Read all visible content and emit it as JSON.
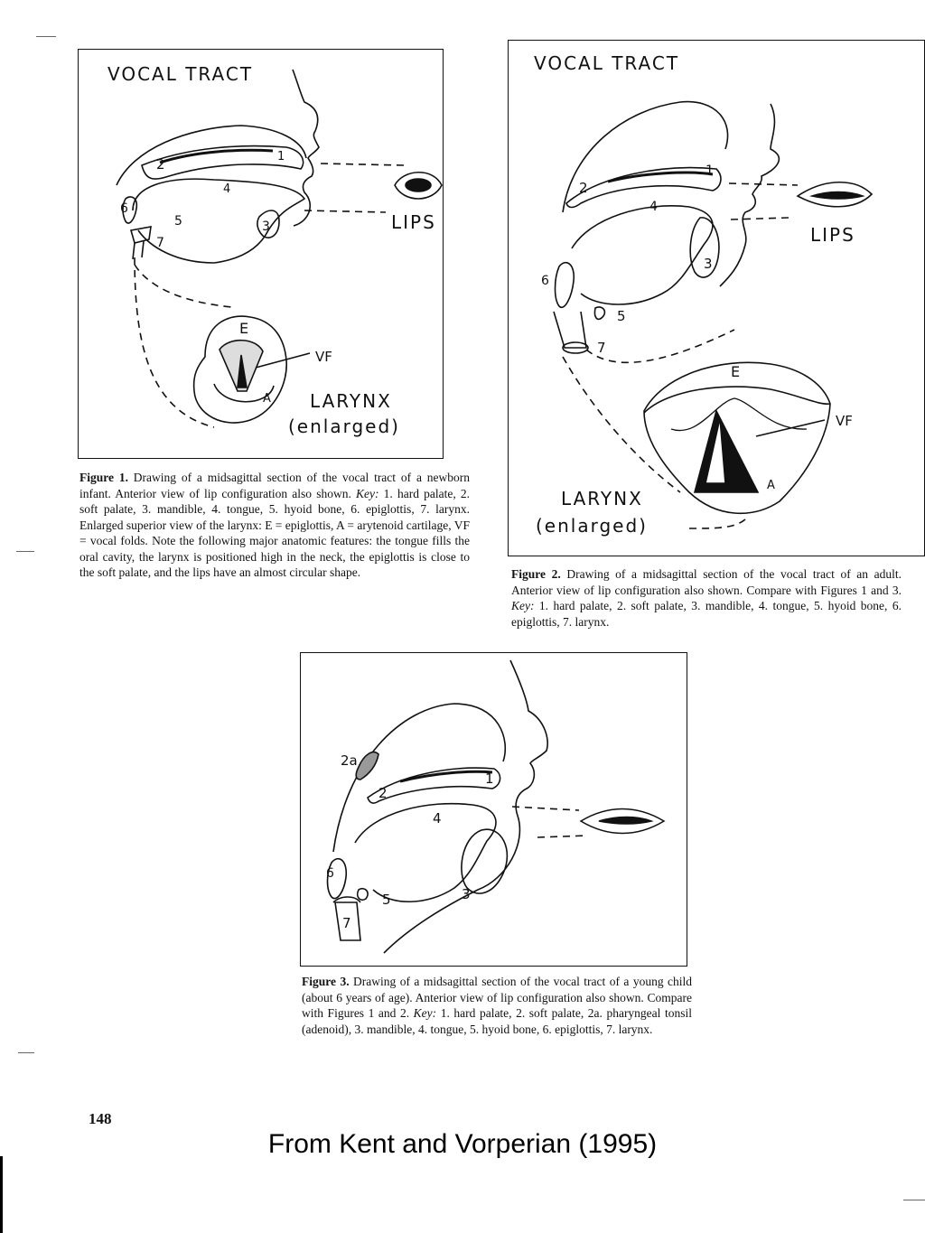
{
  "figure1": {
    "title": "VOCAL TRACT",
    "labels": {
      "n1": "1",
      "n2": "2",
      "n3": "3",
      "n4": "4",
      "n5": "5",
      "n6": "6",
      "n7": "7",
      "lips": "LIPS",
      "E": "E",
      "VF": "VF",
      "A": "A",
      "larynx": "LARYNX",
      "enlarged": "(enlarged)"
    },
    "caption": {
      "label": "Figure 1.",
      "text": " Drawing of a midsagittal section of the vocal tract of a newborn infant. Anterior view of lip configuration also shown. ",
      "key_label": "Key:",
      "key_text": " 1. hard palate, 2. soft palate, 3. mandible, 4. tongue, 5. hyoid bone, 6. epiglottis, 7. larynx. Enlarged superior view of the larynx: E = epiglottis, A = arytenoid cartilage, VF = vocal folds. Note the following major anatomic features: the tongue fills the oral cavity, the larynx is positioned high in the neck, the epiglottis is close to the soft palate, and the lips have an almost circular shape."
    }
  },
  "figure2": {
    "title": "VOCAL TRACT",
    "labels": {
      "n1": "1",
      "n2": "2",
      "n3": "3",
      "n4": "4",
      "n5": "5",
      "n6": "6",
      "n7": "7",
      "lips": "LIPS",
      "E": "E",
      "VF": "VF",
      "A": "A",
      "larynx": "LARYNX",
      "enlarged": "(enlarged)"
    },
    "caption": {
      "label": "Figure 2.",
      "text": " Drawing of a midsagittal section of the vocal tract of an adult. Anterior view of lip configuration also shown. Compare with Figures 1 and 3. ",
      "key_label": "Key:",
      "key_text": " 1. hard palate, 2. soft palate, 3. mandible, 4. tongue, 5. hyoid bone, 6. epiglottis, 7. larynx."
    }
  },
  "figure3": {
    "labels": {
      "n1": "1",
      "n2": "2",
      "n2a": "2a",
      "n3": "3",
      "n4": "4",
      "n5": "5",
      "n6": "6",
      "n7": "7"
    },
    "caption": {
      "label": "Figure 3.",
      "text": " Drawing of a midsagittal section of the vocal tract of a young child (about 6 years of age). Anterior view of lip configuration also shown. Compare with Figures 1 and 2. ",
      "key_label": "Key:",
      "key_text": " 1. hard palate, 2. soft palate, 2a. pharyngeal tonsil (adenoid), 3. mandible, 4. tongue, 5. hyoid bone, 6. epiglottis, 7. larynx."
    }
  },
  "page_number": "148",
  "source_credit": "From Kent and Vorperian (1995)"
}
